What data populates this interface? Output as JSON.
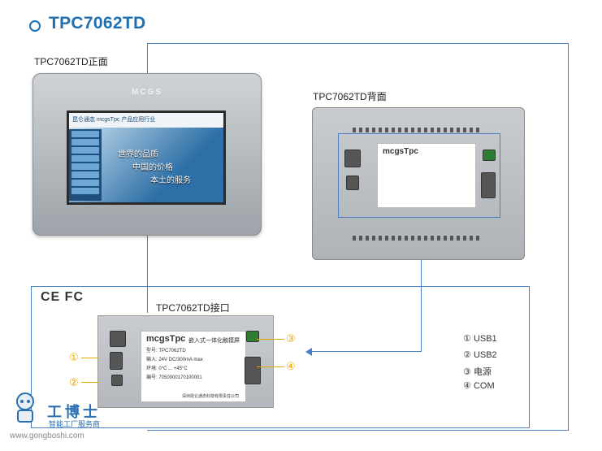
{
  "header": {
    "title": "TPC7062TD"
  },
  "labels": {
    "front": "TPC7062TD正面",
    "back": "TPC7062TD背面",
    "interface": "TPC7062TD接口"
  },
  "front_device": {
    "brand": "MCGS",
    "screen_header": "昆仑通态  mcgsTpc 产品应用行业",
    "screen_lines": [
      "世界的品质",
      "中国的价格",
      "本土的服务"
    ]
  },
  "sticker": {
    "brand": "mcgsTpc",
    "subtitle": "嵌入式一体化触摸屏",
    "rows": [
      "型号: TPC7062TD",
      "输入: 24V DC/300mA max",
      "环境: 0°C ... +45°C",
      "编号: 7050000170100001"
    ],
    "company": "深圳昆仑通态科技有限责任公司"
  },
  "certifications": "CE FC",
  "markers": [
    "①",
    "②",
    "③",
    "④"
  ],
  "legend": [
    {
      "num": "①",
      "text": "USB1"
    },
    {
      "num": "②",
      "text": "USB2"
    },
    {
      "num": "③",
      "text": "电源"
    },
    {
      "num": "④",
      "text": "COM"
    }
  ],
  "watermark": {
    "name": "工博士",
    "subtitle": "智能工厂服务商",
    "url": "www.gongboshi.com"
  },
  "colors": {
    "accent": "#1f6fb2",
    "marker": "#e6a800",
    "line": "#4a7fc1"
  }
}
